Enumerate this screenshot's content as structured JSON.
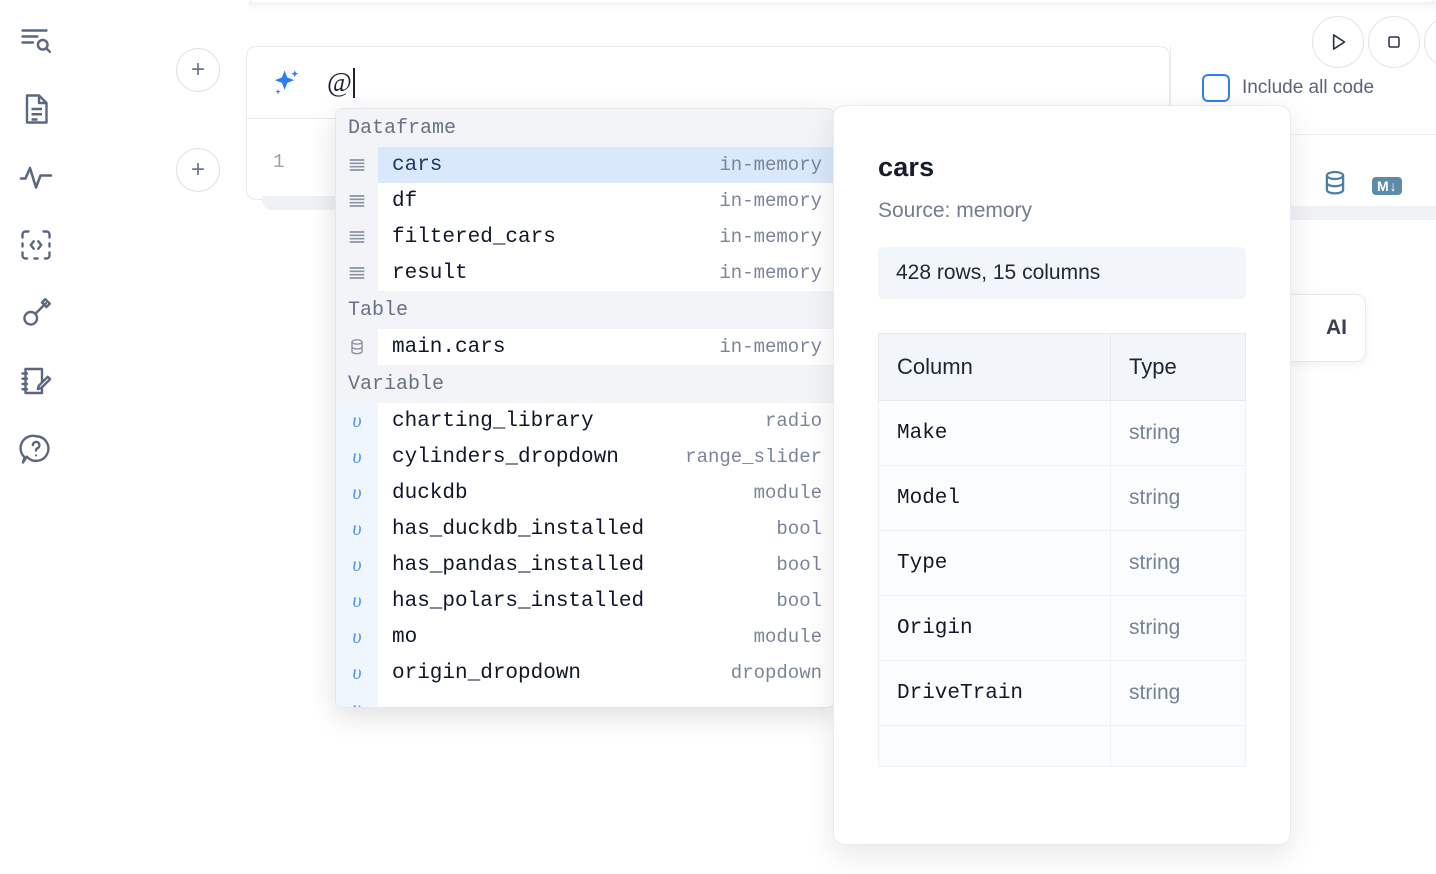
{
  "sidebar": {
    "items": [
      {
        "name": "outline-search-icon",
        "label": "Outline / search"
      },
      {
        "name": "file-text-icon",
        "label": "Notebook file"
      },
      {
        "name": "activity-icon",
        "label": "Activity"
      },
      {
        "name": "snippets-icon",
        "label": "Snippets"
      },
      {
        "name": "secrets-key-icon",
        "label": "Secrets"
      },
      {
        "name": "scratchpad-icon",
        "label": "Scratchpad"
      },
      {
        "name": "help-chat-icon",
        "label": "Help"
      }
    ]
  },
  "cells": {
    "add_button_label": "+",
    "ai_prompt": {
      "icon": "sparkle-icon",
      "value": "@",
      "placeholder": ""
    },
    "code_cell": {
      "line_number": "1",
      "content": ""
    }
  },
  "toolbar": {
    "run_label": "▷",
    "stop_label": "□",
    "include_all_code_label": "Include all code",
    "include_all_code_checked": false,
    "database_icon": "database-icon",
    "markdown_badge": "M",
    "markdown_badge_arrow": "↓",
    "ai_pill_label": "AI"
  },
  "autocomplete": {
    "groups": [
      {
        "label": "Dataframe",
        "icon": "dataframe-rows-icon",
        "items": [
          {
            "name": "cars",
            "kind": "in-memory",
            "selected": true
          },
          {
            "name": "df",
            "kind": "in-memory",
            "selected": false
          },
          {
            "name": "filtered_cars",
            "kind": "in-memory",
            "selected": false
          },
          {
            "name": "result",
            "kind": "in-memory",
            "selected": false
          }
        ]
      },
      {
        "label": "Table",
        "icon": "database-icon",
        "items": [
          {
            "name": "main.cars",
            "kind": "in-memory",
            "selected": false
          }
        ]
      },
      {
        "label": "Variable",
        "icon": "variable-icon",
        "items": [
          {
            "name": "charting_library",
            "kind": "radio",
            "selected": false
          },
          {
            "name": "cylinders_dropdown",
            "kind": "range_slider",
            "selected": false
          },
          {
            "name": "duckdb",
            "kind": "module",
            "selected": false
          },
          {
            "name": "has_duckdb_installed",
            "kind": "bool",
            "selected": false
          },
          {
            "name": "has_pandas_installed",
            "kind": "bool",
            "selected": false
          },
          {
            "name": "has_polars_installed",
            "kind": "bool",
            "selected": false
          },
          {
            "name": "mo",
            "kind": "module",
            "selected": false
          },
          {
            "name": "origin_dropdown",
            "kind": "dropdown",
            "selected": false
          },
          {
            "name": "",
            "kind": "",
            "selected": false
          }
        ]
      }
    ],
    "variable_glyph": "υ"
  },
  "preview": {
    "title": "cars",
    "source": "Source: memory",
    "shape": "428 rows, 15 columns",
    "table": {
      "headers": [
        "Column",
        "Type"
      ],
      "rows": [
        [
          "Make",
          "string"
        ],
        [
          "Model",
          "string"
        ],
        [
          "Type",
          "string"
        ],
        [
          "Origin",
          "string"
        ],
        [
          "DriveTrain",
          "string"
        ]
      ]
    }
  },
  "colors": {
    "accent": "#2f7df6",
    "selected_row_bg": "#d9e8fb",
    "group_header_bg": "#f2f4f7",
    "panel_bg": "#ffffff",
    "muted_text": "#7b849a",
    "toolbar_icon": "#4e7fa3"
  }
}
